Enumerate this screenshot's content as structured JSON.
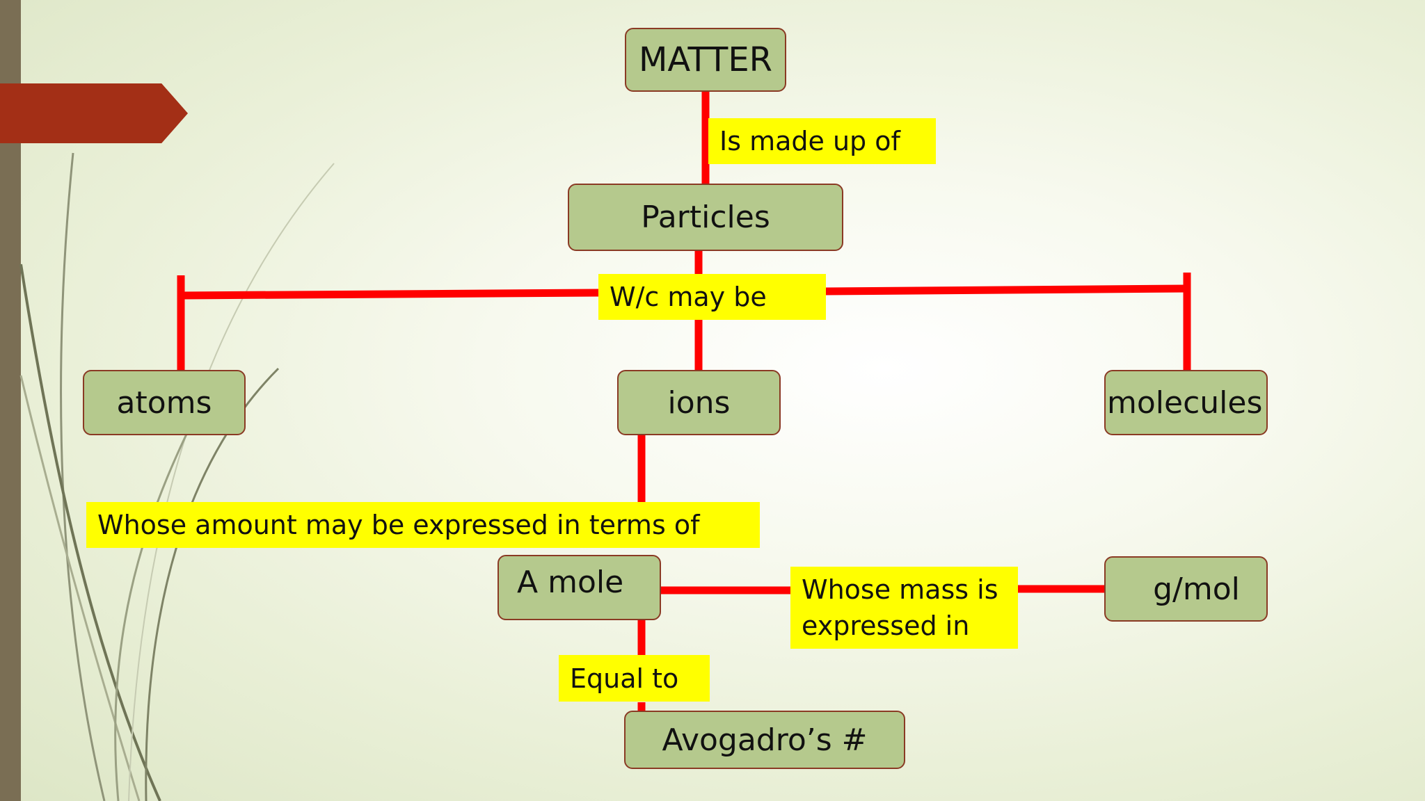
{
  "colors": {
    "box_fill": "#b5c98d",
    "box_border": "#8a3a24",
    "connector": "#ff0000",
    "label_fill": "#ffff00",
    "accent": "#a32f16",
    "left_bar": "#7a6e54"
  },
  "nodes": {
    "matter": "MATTER",
    "particles": "Particles",
    "atoms": "atoms",
    "ions": "ions",
    "molecules": "molecules",
    "a_mole": "A mole",
    "g_mol": "g/mol",
    "avogadro": "Avogadro’s #"
  },
  "links": {
    "made_up_of": "Is made up of",
    "may_be": "W/c may be",
    "amount_expressed": "Whose amount may be expressed in terms of",
    "mass_expressed": "Whose mass is expressed in",
    "equal_to": "Equal to"
  }
}
